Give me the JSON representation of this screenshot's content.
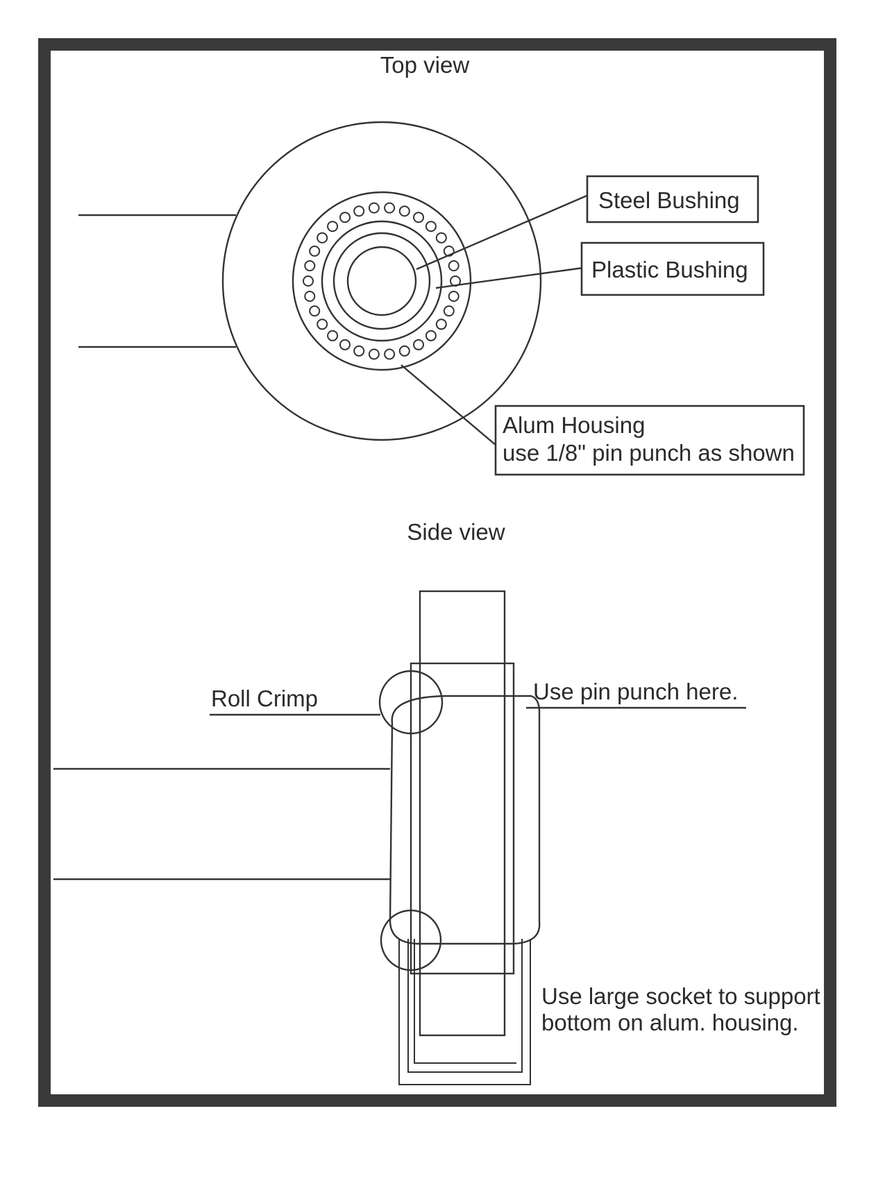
{
  "top_view": {
    "title": "Top view",
    "labels": {
      "steel_bushing": "Steel Bushing",
      "plastic_bushing": "Plastic Bushing",
      "alum_housing_line1": "Alum Housing",
      "alum_housing_line2": "use 1/8\" pin punch as shown"
    }
  },
  "side_view": {
    "title": "Side view",
    "labels": {
      "roll_crimp": "Roll Crimp",
      "pin_punch": "Use pin punch here.",
      "socket_line1": "Use large socket to support",
      "socket_line2": "bottom on alum. housing."
    }
  }
}
